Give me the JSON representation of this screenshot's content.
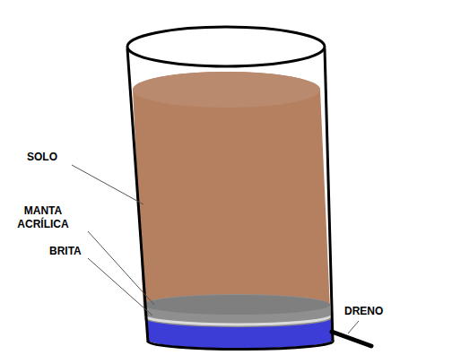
{
  "diagram": {
    "labels": [
      "SOLO",
      "MANTA ACRÍLICA",
      "BRITA",
      "DRENO"
    ]
  }
}
